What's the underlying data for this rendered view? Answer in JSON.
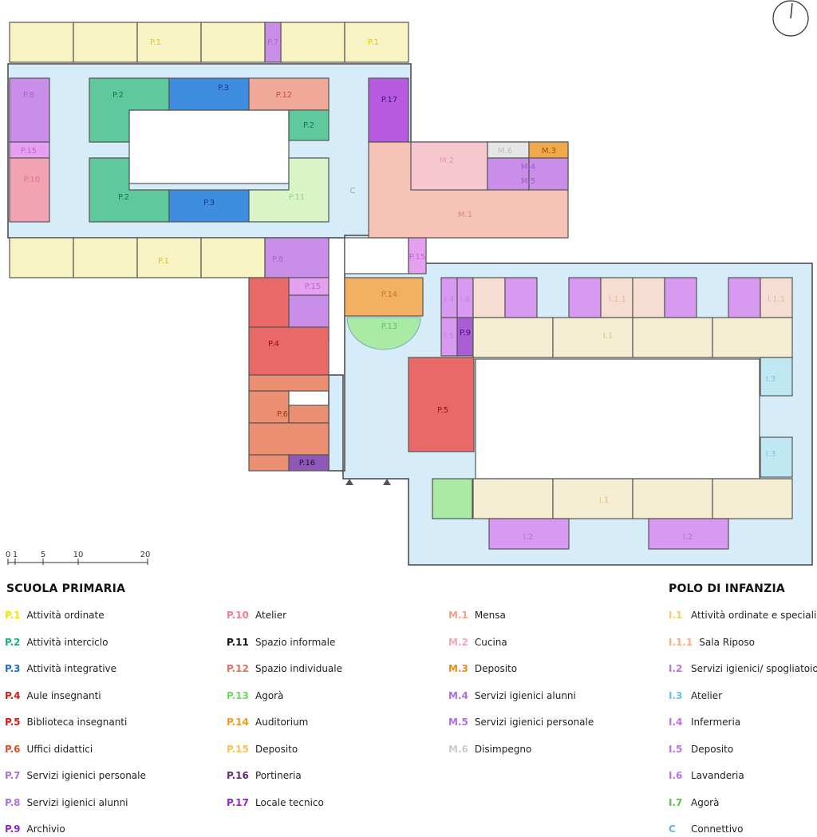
{
  "scale_bar": {
    "ticks": [
      "0",
      "1",
      "5",
      "10",
      "20"
    ]
  },
  "room_codes": {
    "P1": "P.1",
    "P2": "P.2",
    "P3": "P.3",
    "P7": "P.7",
    "P8": "P.8",
    "P10": "P.10",
    "P11": "P.11",
    "P12": "P.12",
    "P13": "P.13",
    "P14": "P.14",
    "P15": "P.15",
    "P4": "P.4",
    "P5": "P.5",
    "P6": "P.6",
    "P9": "P.9",
    "P16": "P.16",
    "P17": "P.17",
    "M1": "M.1",
    "M2": "M.2",
    "M3": "M.3",
    "M4": "M.4",
    "M5": "M.5",
    "M6": "M.6",
    "I1": "I.1",
    "I11": "I.1.1",
    "I2": "I.2",
    "I3": "I.3",
    "I4": "I.4",
    "I5": "I.5",
    "I6": "I.6",
    "I7": "I.7",
    "C": "C"
  },
  "colors": {
    "P1": "#f7f3c2",
    "P2": "#5fc99d",
    "P3": "#3f8de0",
    "P4": "#e96868",
    "P5": "#e96868",
    "P6": "#ea8f72",
    "P7": "#c98ee8",
    "P8": "#c98ee8",
    "P9": "#a95cd3",
    "P10": "#f2a3b3",
    "P11": "#d9f5c8",
    "P12": "#f0a899",
    "P13": "#a9eaa4",
    "P14": "#f2b060",
    "P15": "#e6a0f0",
    "P16": "#8e58b9",
    "P17": "#b65ae0",
    "M1": "#f6c3b6",
    "M2": "#f7c7cf",
    "M3": "#f0a94c",
    "M4": "#c98ee8",
    "M5": "#c98ee8",
    "M6": "#e6e6e6",
    "I1": "#f6eed2",
    "I11": "#f6ddd2",
    "I2": "#d89af0",
    "I3": "#bfe8f2",
    "I4": "#d89af0",
    "I5": "#d89af0",
    "I6": "#d89af0",
    "I7": "#a9eaa4",
    "C": "#d6ecf8"
  },
  "legend": {
    "scuola": {
      "title": "SCUOLA PRIMARIA",
      "col1": [
        {
          "code": "P.1",
          "label": "Attività ordinate",
          "color": "#f2e600"
        },
        {
          "code": "P.2",
          "label": "Attività interciclo",
          "color": "#1cae7a"
        },
        {
          "code": "P.3",
          "label": "Attività integrative",
          "color": "#1a6fd6"
        },
        {
          "code": "P.4",
          "label": "Aule insegnanti",
          "color": "#e01818"
        },
        {
          "code": "P.5",
          "label": "Biblioteca insegnanti",
          "color": "#e01818"
        },
        {
          "code": "P.6",
          "label": "Uffici didattici",
          "color": "#d9502a"
        },
        {
          "code": "P.7",
          "label": "Servizi igienici personale",
          "color": "#b06ee0"
        },
        {
          "code": "P.8",
          "label": "Servizi igienici alunni",
          "color": "#b06ee0"
        },
        {
          "code": "P.9",
          "label": "Archivio",
          "color": "#8a2cc0"
        }
      ],
      "col2": [
        {
          "code": "P.10",
          "label": "Atelier",
          "color": "#ee7f92"
        },
        {
          "code": "P.11",
          "label": "Spazio informale",
          "color": "#111111"
        },
        {
          "code": "P.12",
          "label": "Spazio individuale",
          "color": "#e0705c"
        },
        {
          "code": "P.13",
          "label": "Agorà",
          "color": "#6cdc5c"
        },
        {
          "code": "P.14",
          "label": "Auditorium",
          "color": "#f09a20"
        },
        {
          "code": "P.15",
          "label": "Deposito",
          "color": "#f5c25a"
        },
        {
          "code": "P.16",
          "label": "Portineria",
          "color": "#6a2a7e"
        },
        {
          "code": "P.17",
          "label": "Locale tecnico",
          "color": "#9a24c8"
        }
      ]
    },
    "mensa": [
      {
        "code": "M.1",
        "label": "Mensa",
        "color": "#f0a28c"
      },
      {
        "code": "M.2",
        "label": "Cucina",
        "color": "#f0a8b6"
      },
      {
        "code": "M.3",
        "label": "Deposito",
        "color": "#ee8a18"
      },
      {
        "code": "M.4",
        "label": "Servizi igienici alunni",
        "color": "#b06ee0"
      },
      {
        "code": "M.5",
        "label": "Servizi igienici personale",
        "color": "#b06ee0"
      },
      {
        "code": "M.6",
        "label": "Disimpegno",
        "color": "#cccccc"
      }
    ],
    "infanzia": {
      "title": "POLO DI INFANZIA",
      "items": [
        {
          "code": "I.1",
          "label": "Attività ordinate e speciali",
          "color": "#f2cd6a"
        },
        {
          "code": "I.1.1",
          "label": "Sala Riposo",
          "color": "#f0b08a"
        },
        {
          "code": "I.2",
          "label": "Servizi igienici/ spogliatoio",
          "color": "#c070e6"
        },
        {
          "code": "I.3",
          "label": "Atelier",
          "color": "#5cc8e6"
        },
        {
          "code": "I.4",
          "label": "Infermeria",
          "color": "#c070e6"
        },
        {
          "code": "I.5",
          "label": "Deposito",
          "color": "#c070e6"
        },
        {
          "code": "I.6",
          "label": "Lavanderia",
          "color": "#c070e6"
        },
        {
          "code": "I.7",
          "label": "Agorà",
          "color": "#52c83c"
        },
        {
          "code": "C",
          "label": "Connettivo",
          "color": "#5cb8e6"
        }
      ]
    }
  }
}
